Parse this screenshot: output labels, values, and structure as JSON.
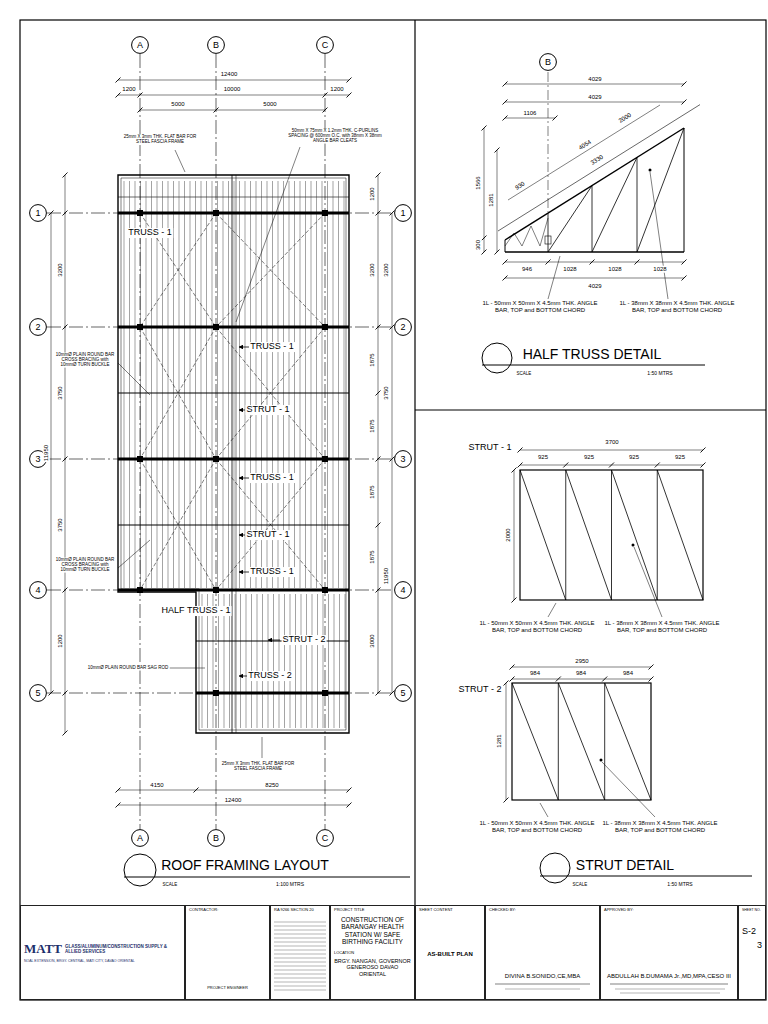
{
  "diagram": {
    "nodes": [
      {
        "text": [
          "A"
        ]
      },
      {
        "text": [
          "B"
        ]
      },
      {
        "text": [
          "C"
        ]
      },
      {
        "text": [
          "B"
        ]
      },
      {
        "text": [
          "1"
        ]
      },
      {
        "text": [
          "1"
        ]
      },
      {
        "text": [
          "2"
        ]
      },
      {
        "text": [
          "2"
        ]
      },
      {
        "text": [
          "3"
        ]
      },
      {
        "text": [
          "3"
        ]
      },
      {
        "text": [
          "4"
        ]
      },
      {
        "text": [
          "4"
        ]
      },
      {
        "text": [
          "5"
        ]
      },
      {
        "text": [
          "5"
        ]
      },
      {
        "text": [
          "A"
        ]
      },
      {
        "text": [
          "B"
        ]
      },
      {
        "text": [
          "C"
        ]
      },
      {
        "text": [
          "MATT",
          "GLASS/ALUMINUM/CONSTRUCTION SUPPLY & ALLIED SERVICES",
          "NOAL EXTENSION, BRGY. CENTRAL, MATI CITY, DAVAO ORIENTAL"
        ]
      },
      {
        "text": [
          "CONTRACTOR:",
          "PROJECT ENGINEER"
        ]
      },
      {
        "text": [
          "RA 9266 SECTION 20"
        ]
      },
      {
        "text": [
          "PROJECT TITLE",
          "CONSTRUCTION OF BARANGAY HEALTH STATION W/ SAFE BIRTHING FACILITY",
          "LOCATION",
          "BRGY. NANGAN, GOVERNOR GENEROSO DAVAO ORIENTAL"
        ]
      },
      {
        "text": [
          "SHEET CONTENT",
          "AS-BUILT PLAN"
        ]
      },
      {
        "text": [
          "CHECKED BY:",
          "DIVINA B.SONIDO,CE,MBA"
        ]
      },
      {
        "text": [
          "APPROVED BY:",
          "ABDULLAH B.DUMAMA Jr.,MD,MPA,CESO III"
        ]
      },
      {
        "text": [
          "SHEET NO.",
          "S-2",
          "3"
        ]
      }
    ],
    "edges": [
      {
        "from": 0,
        "to": 14,
        "arrow": "none"
      },
      {
        "from": 1,
        "to": 15,
        "arrow": "none"
      },
      {
        "from": 2,
        "to": 16,
        "arrow": "none"
      },
      {
        "from": 4,
        "to": 5,
        "arrow": "none"
      },
      {
        "from": 6,
        "to": 7,
        "arrow": "none"
      },
      {
        "from": 8,
        "to": 9,
        "arrow": "none"
      },
      {
        "from": 10,
        "to": 11,
        "arrow": "none"
      },
      {
        "from": 12,
        "to": 13,
        "arrow": "none"
      }
    ],
    "labels": [
      "12400",
      "1200",
      "10000",
      "1200",
      "5000",
      "5000",
      "25mm X 3mm THK. FLAT BAR FOR STEEL FASCIA FRAME",
      "50mm X 75mm X 1.2mm THK. C-PURLINS SPACING @ 600mm O.C. with 38mm X 38mm ANGLE BAR CLEATS",
      "TRUSS - 1",
      "10mmØ PLAIN ROUND BAR CROSS BRACING with 10mmØ TURN BUCKLE",
      "TRUSS - 1",
      "STRUT - 1",
      "TRUSS - 1",
      "STRUT - 1",
      "10mmØ PLAIN ROUND BAR CROSS BRACING with 10mmØ TURN BUCKLE",
      "TRUSS - 1",
      "HALF TRUSS - 1",
      "STRUT - 2",
      "10mmØ PLAIN ROUND BAR SAG ROD",
      "TRUSS - 2",
      "25mm X 3mm THK. FLAT BAR FOR STEEL FASCIA FRAME",
      "4150",
      "8250",
      "12400",
      "3200",
      "3750",
      "11950",
      "3750",
      "1200",
      "1200",
      "3200",
      "1875",
      "1875",
      "1875",
      "1875",
      "3000",
      "3200",
      "3750",
      "11950",
      "ROOF FRAMING LAYOUT",
      "SCALE",
      "1:100 MTRS",
      "4029",
      "4029",
      "1106",
      "2000",
      "4054",
      "3330",
      "930",
      "1566",
      "1281",
      "300",
      "946",
      "1028",
      "1028",
      "1028",
      "4029",
      "1L - 50mm X 50mm X 4.5mm THK. ANGLE BAR, TOP and BOTTOM CHORD",
      "1L - 38mm X 38mm X 4.5mm THK. ANGLE BAR, TOP and BOTTOM CHORD",
      "HALF TRUSS DETAIL",
      "SCALE",
      "1:50 MTRS",
      "3700",
      "925",
      "925",
      "925",
      "925",
      "STRUT - 1",
      "2000",
      "1L - 50mm X 50mm X 4.5mm THK. ANGLE BAR, TOP and BOTTOM CHORD",
      "1L - 38mm X 38mm X 4.5mm THK. ANGLE BAR, TOP and BOTTOM CHORD",
      "2950",
      "984",
      "984",
      "984",
      "STRUT - 2",
      "1281",
      "1L - 50mm X 50mm X 4.5mm THK. ANGLE BAR, TOP and BOTTOM CHORD",
      "1L - 38mm X 38mm X 4.5mm THK. ANGLE BAR, TOP and BOTTOM CHORD",
      "STRUT DETAIL",
      "SCALE",
      "1:50 MTRS"
    ]
  }
}
